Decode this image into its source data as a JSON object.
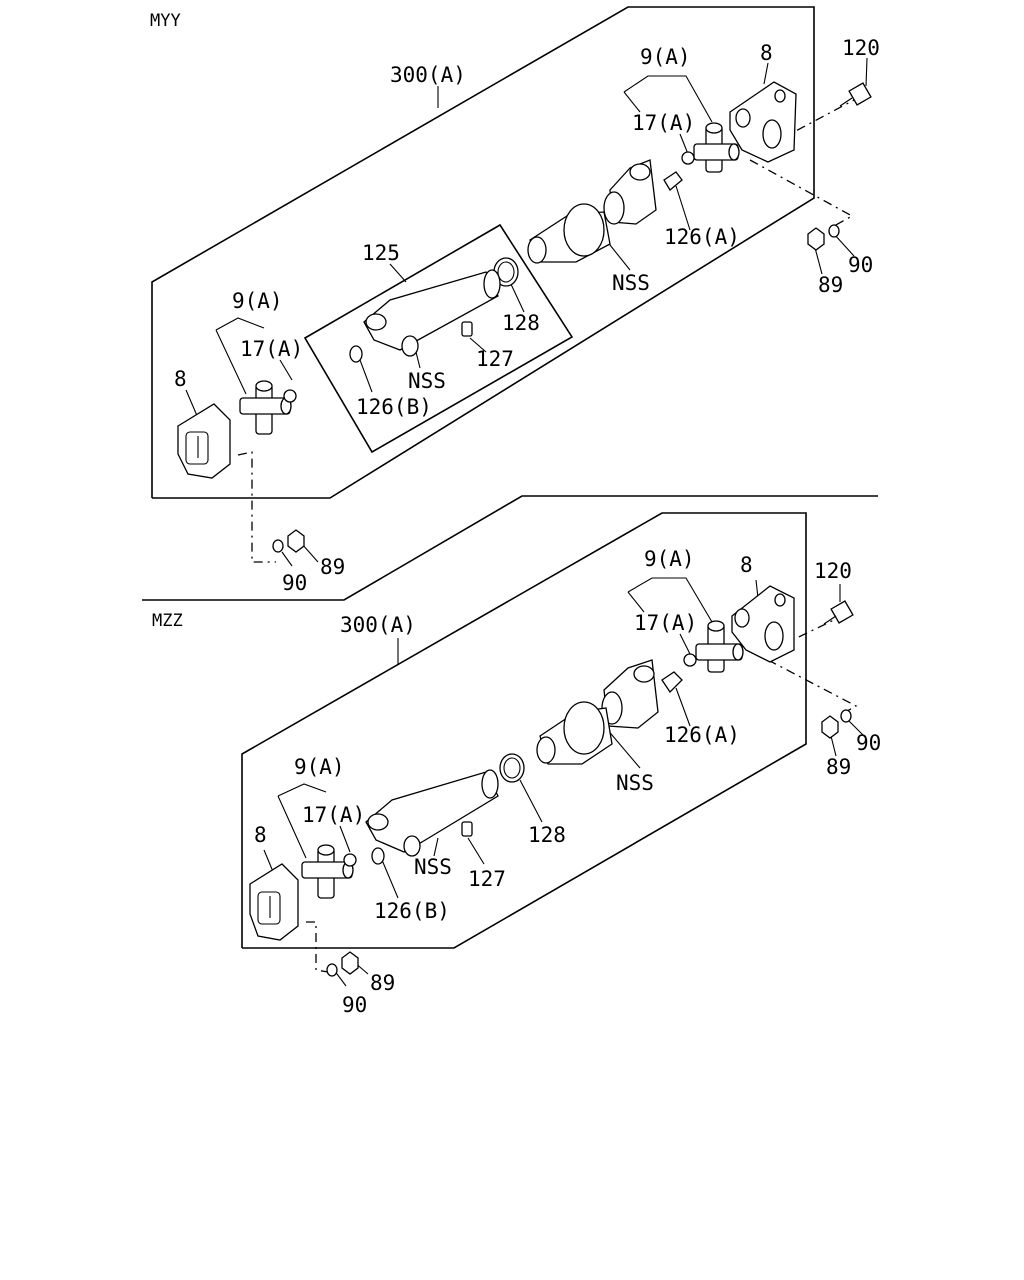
{
  "sections": [
    {
      "code": "MYY",
      "labels": {
        "assembly": "300(A)",
        "kit": "125",
        "flange_rear": "8",
        "bolt": "120",
        "joint_rear": "9(A)",
        "fitting_rear": "17(A)",
        "plug_rear": "126(A)",
        "yoke_rear": "NSS",
        "nut_rear": "89",
        "washer_rear": "90",
        "seal": "128",
        "grease": "127",
        "tube": "NSS",
        "plug_front": "126(B)",
        "joint_front": "9(A)",
        "fitting_front": "17(A)",
        "flange_front": "8",
        "nut_front": "89",
        "washer_front": "90"
      }
    },
    {
      "code": "MZZ",
      "labels": {
        "assembly": "300(A)",
        "flange_rear": "8",
        "bolt": "120",
        "joint_rear": "9(A)",
        "fitting_rear": "17(A)",
        "plug_rear": "126(A)",
        "yoke_rear": "NSS",
        "nut_rear": "89",
        "washer_rear": "90",
        "seal": "128",
        "grease": "127",
        "tube": "NSS",
        "plug_front": "126(B)",
        "joint_front": "9(A)",
        "fitting_front": "17(A)",
        "flange_front": "8",
        "nut_front": "89",
        "washer_front": "90"
      }
    }
  ]
}
